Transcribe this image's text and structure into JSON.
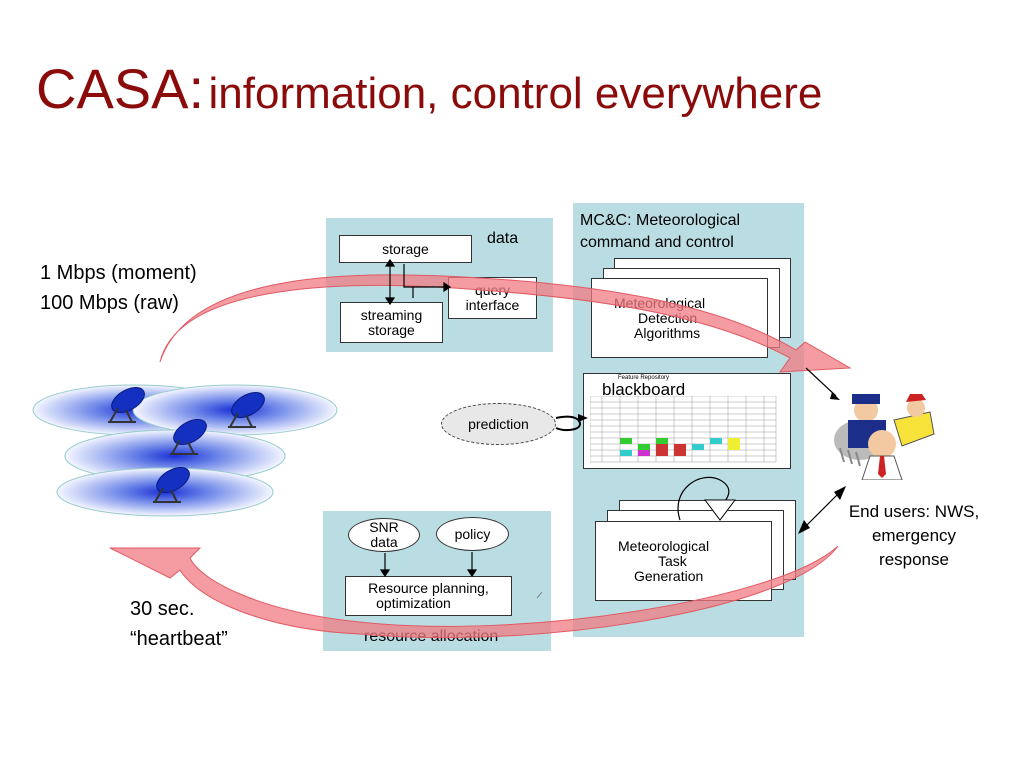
{
  "title": {
    "main": "CASA:",
    "sub": "information, control everywhere"
  },
  "left_text": {
    "line1": "1 Mbps (moment)",
    "line2": "100 Mbps (raw)"
  },
  "heartbeat": {
    "line1": "30 sec.",
    "line2": "“heartbeat”"
  },
  "data_panel": {
    "label": "data",
    "storage": "storage",
    "streaming_line1": "streaming",
    "streaming_line2": "storage",
    "query_line1": "query",
    "query_line2": "interface"
  },
  "mcc_panel": {
    "label_line1": "MC&C: Meteorological",
    "label_line2": "command and control",
    "detection_line1": "Meteorological",
    "detection_line2": "Detection",
    "detection_line3": "Algorithms",
    "blackboard": "blackboard",
    "feature_repo": "Feature Repository",
    "task_line1": "Meteorological",
    "task_line2": "Task",
    "task_line3": "Generation"
  },
  "prediction": "prediction",
  "resource_panel": {
    "label": "resource allocation",
    "snr_line1": "SNR",
    "snr_line2": "data",
    "policy": "policy",
    "planning_line1": "Resource planning,",
    "planning_line2": "optimization"
  },
  "end_users": {
    "line1": "End users: NWS,",
    "line2": "emergency",
    "line3": "response"
  },
  "colors": {
    "title": "#8b0a0a",
    "panel": "#b9dde3",
    "arrow": "#f08a8f"
  }
}
